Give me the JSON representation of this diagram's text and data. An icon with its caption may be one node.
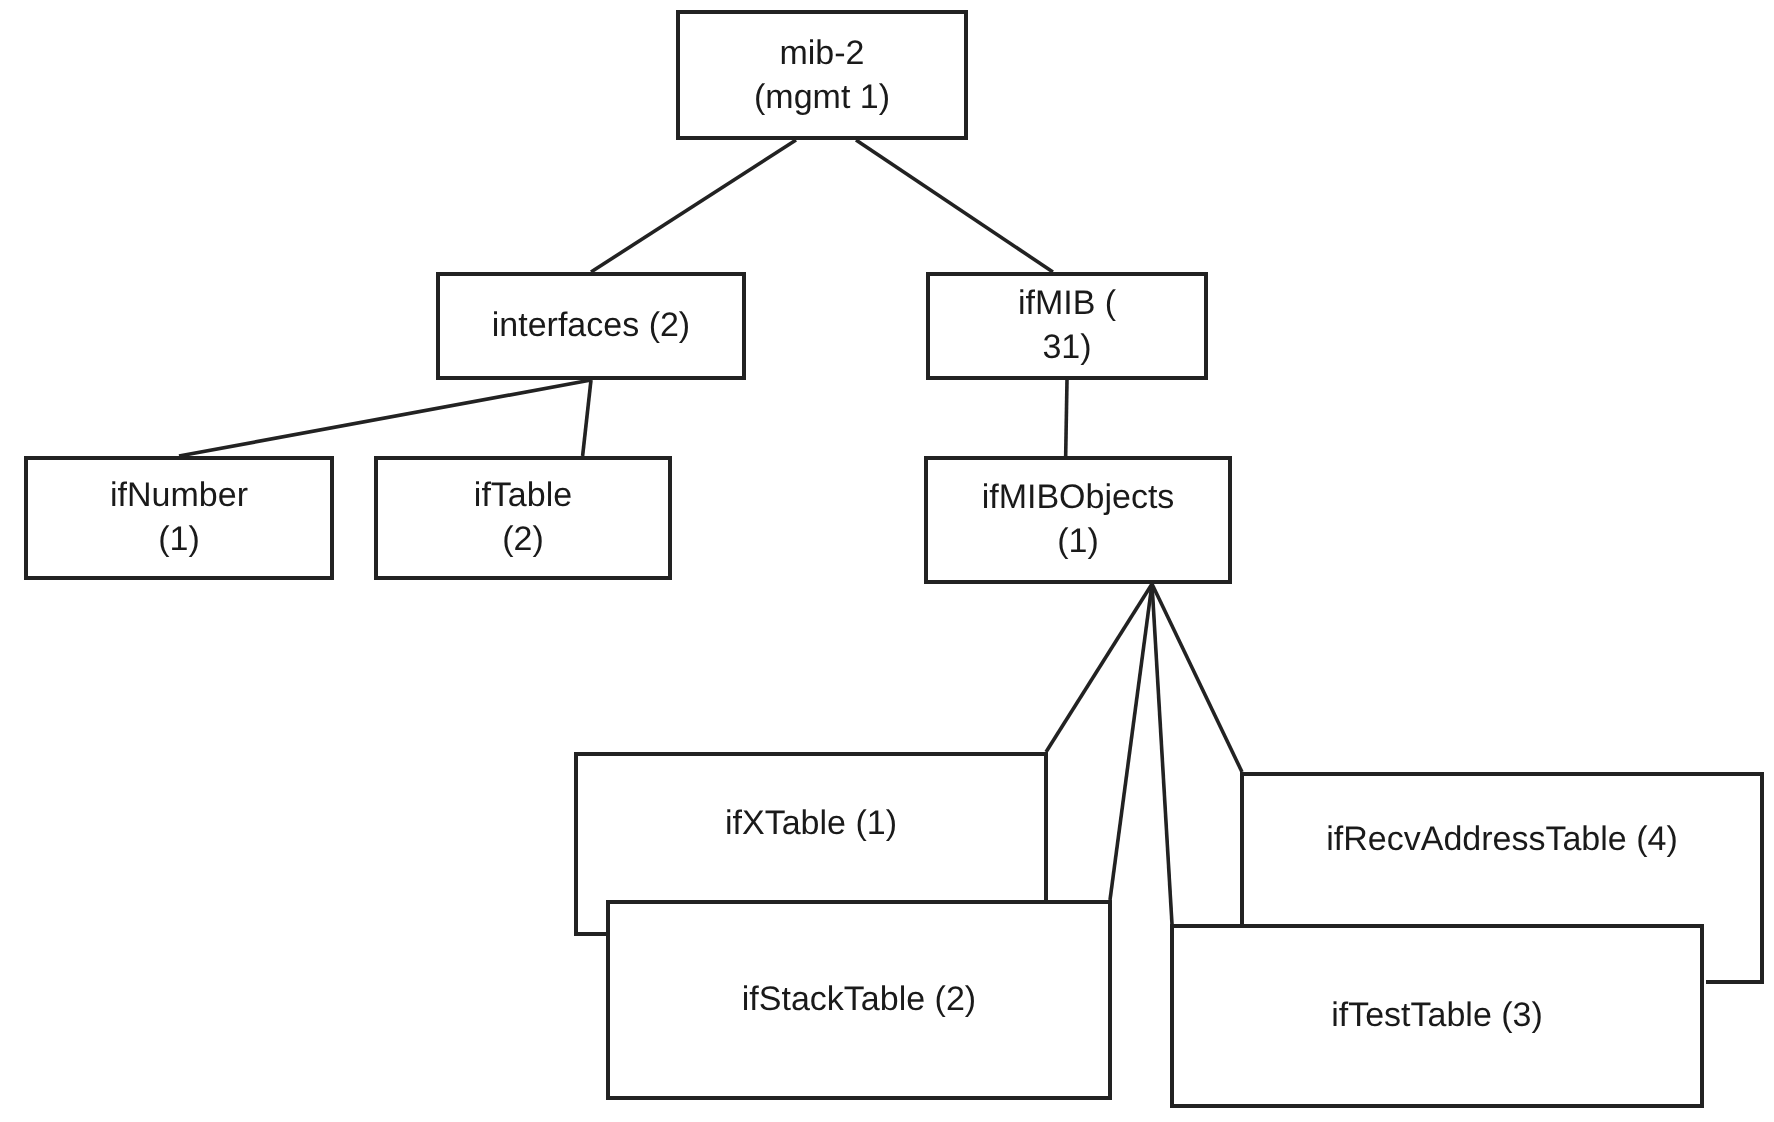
{
  "diagram": {
    "nodes": [
      {
        "text": [
          "mib-2 (mgmt 1)"
        ]
      },
      {
        "text": [
          "interfaces (2)"
        ]
      },
      {
        "text": [
          "ifMIB ( 31)"
        ]
      },
      {
        "text": [
          "ifNumber (1)"
        ]
      },
      {
        "text": [
          "ifTable (2)"
        ]
      },
      {
        "text": [
          "ifMIBObjects (1)"
        ]
      },
      {
        "text": [
          "ifXTable (1)"
        ]
      },
      {
        "text": [
          "ifRecvAddressTable (4)"
        ]
      },
      {
        "text": [
          "ifStackTable (2)"
        ]
      },
      {
        "text": [
          "ifTestTable (3)"
        ]
      }
    ],
    "edges": [
      {
        "from": 0,
        "to": 1,
        "arrow": "none"
      },
      {
        "from": 0,
        "to": 2,
        "arrow": "none"
      },
      {
        "from": 1,
        "to": 3,
        "arrow": "none"
      },
      {
        "from": 1,
        "to": 4,
        "arrow": "none"
      },
      {
        "from": 2,
        "to": 5,
        "arrow": "none"
      },
      {
        "from": 5,
        "to": 6,
        "arrow": "none"
      },
      {
        "from": 5,
        "to": 8,
        "arrow": "none"
      },
      {
        "from": 5,
        "to": 9,
        "arrow": "none"
      },
      {
        "from": 5,
        "to": 7,
        "arrow": "none"
      }
    ]
  }
}
